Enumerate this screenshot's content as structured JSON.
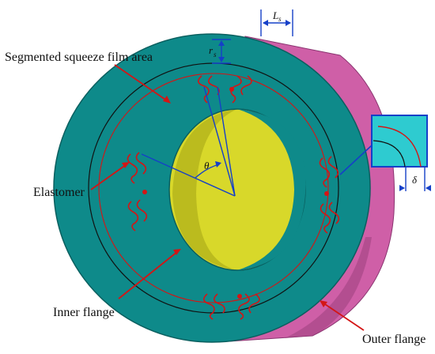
{
  "figure": {
    "labels": {
      "segmented_area": "Segmented squeeze film area",
      "elastomer": "Elastomer",
      "inner_flange": "Inner flange",
      "outer_flange": "Outer flange",
      "theta": "θ",
      "delta": "δ",
      "length_symbol": "L",
      "length_subscript": "s",
      "radial_symbol": "r",
      "radial_subscript": "s"
    },
    "colors": {
      "face": "#0e8a8a",
      "face_edge": "#0a5f5f",
      "outer_side": "#cf5fa7",
      "outer_side_dark": "#9c3f7d",
      "inner_bore": "#d8d82a",
      "inner_bore_dark": "#a8a818",
      "detail_box": "#2ecbd0",
      "annotation_red": "#d41515",
      "dimension_blue": "#1540c8",
      "leader_black": "#111111"
    }
  }
}
